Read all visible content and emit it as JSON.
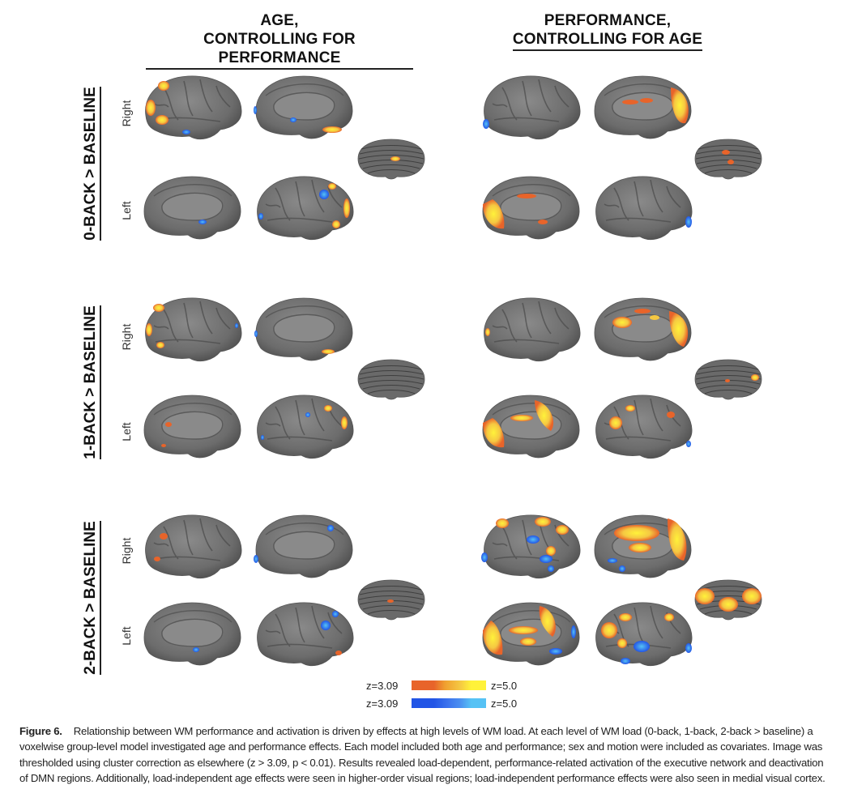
{
  "figure": {
    "columns": [
      {
        "line1": "AGE,",
        "line2": "CONTROLLING FOR PERFORMANCE"
      },
      {
        "line1": "PERFORMANCE,",
        "line2": "CONTROLLING FOR AGE"
      }
    ],
    "rows": [
      {
        "label": "0-BACK > BASELINE",
        "right": "Right",
        "left": "Left"
      },
      {
        "label": "1-BACK > BASELINE",
        "right": "Right",
        "left": "Left"
      },
      {
        "label": "2-BACK > BASELINE",
        "right": "Right",
        "left": "Left"
      }
    ],
    "views": [
      "right-lateral",
      "right-medial",
      "left-medial",
      "left-lateral",
      "cerebellum"
    ],
    "legend": {
      "positive": {
        "low": "z=3.09",
        "high": "z=5.0",
        "colors": [
          "#e8642a",
          "#f0a030",
          "#f5c842",
          "#fff23a"
        ]
      },
      "negative": {
        "low": "z=3.09",
        "high": "z=5.0",
        "colors": [
          "#2255e6",
          "#3d75ee",
          "#4a8ff0",
          "#56c2f5"
        ]
      }
    },
    "colors": {
      "cortex": "#6f6f6f",
      "cortex_dark": "#4f4f4f",
      "medial_wall": "#8a8a8a"
    }
  },
  "caption": {
    "label": "Figure 6.",
    "text": "Relationship between WM performance and activation is driven by effects at high levels of WM load. At each level of WM load (0-back, 1-back, 2-back > baseline) a voxelwise group-level model investigated age and performance effects. Each model included both age and performance; sex and motion were included as covariates. Image was thresholded using cluster correction as elsewhere (z > 3.09, p < 0.01). Results revealed load-dependent, performance-related activation of the executive network and deactivation of DMN regions. Additionally, load-independent age effects were seen in higher-order visual regions; load-independent performance effects were also seen in medial visual cortex."
  }
}
